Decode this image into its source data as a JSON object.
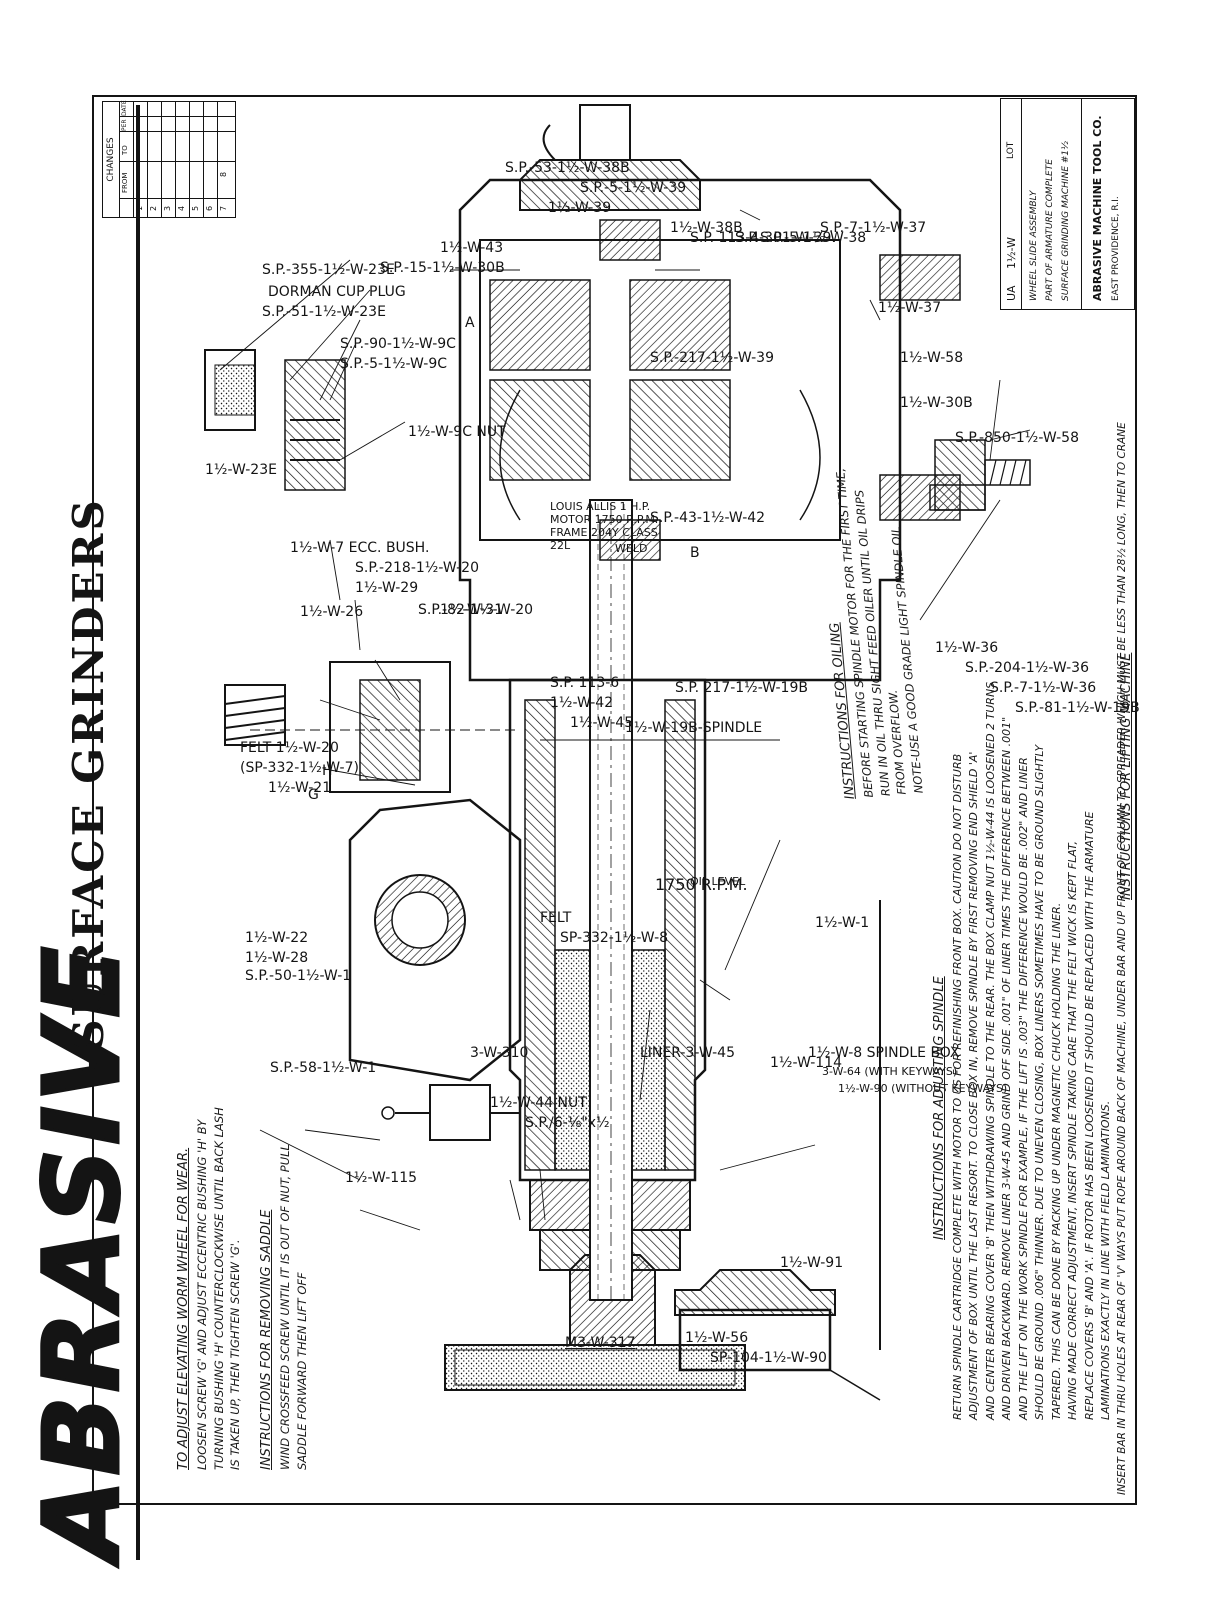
{
  "title": {
    "main": "ABRASIVE",
    "sub": "-SURFACE GRINDERS"
  },
  "changes_table": {
    "header": "CHANGES",
    "columns": [
      "FROM",
      "TO",
      "PER",
      "DATE"
    ],
    "rows": [
      "1",
      "2",
      "3",
      "4",
      "5",
      "6",
      "7",
      "8"
    ]
  },
  "title_block": {
    "order_code": "UA",
    "drawing_no": "1½-W",
    "lot": "LOT",
    "title_lines": [
      "WHEEL SLIDE ASSEMBLY",
      "PART OF ARMATURE COMPLETE",
      "SURFACE GRINDING MACHINE #1½"
    ],
    "company": "ABRASIVE MACHINE TOOL CO.",
    "city": "EAST PROVIDENCE, R.I."
  },
  "part_labels": {
    "sp355": "S.P.-355-1½-W-23E",
    "dorman": "DORMAN CUP PLUG",
    "sp51": "S.P.-51-1½-W-23E",
    "sp90": "S.P.-90-1½-W-9C",
    "sp5_9c": "S.P.-5-1½-W-9C",
    "w9c_nut": "1½-W-9C NUT",
    "w23e": "1½-W-23E",
    "ecc_bush": "1½-W-7 ECC. BUSH.",
    "sp218": "S.P.-218-1½-W-20",
    "w29": "1½-W-29",
    "w26": "1½-W-26",
    "sp82": "S.P.-82-1½-W-20",
    "w31": "1½-W-31",
    "felt_top": "FELT 1½-W-20",
    "felt_sp332": "(SP-332-1½-W-7)",
    "w21": "1½-W-21",
    "w22": "1½-W-22",
    "w28": "1½-W-28",
    "sp50": "S.P.-50-1½-W-1",
    "sp58": "S.P.-58-1½-W-1",
    "w115": "1½-W-115",
    "w310": "3-W-310",
    "w44nut": "1½-W-44 NUT",
    "sp16": "S.P./6-⅛\"x½",
    "sp15": "S.P.-15-1½-W-30B",
    "w43": "1½-W-43",
    "sp53": "S.P.-53-1½-W-38B",
    "w39": "1½-W-39",
    "sp5_39": "S.P.-5-1½-W-39",
    "w38b": "1½-W-38B",
    "sp113_4": "S.P. 113-4",
    "sp301": "S.P.-301-W-39",
    "sp5_38": "S.P.-5-1½-W-38",
    "sp7_37": "S.P.-7-1½-W-37",
    "w37": "1½-W-37",
    "w58": "1½-W-58",
    "w30b": "1½-W-30B",
    "sp850": "S.P.-850-1½-W-58",
    "sp217_39": "S.P.-217-1½-W-39",
    "sp43": "S.P.-43-1½-W-42",
    "w36": "1½-W-36",
    "sp204": "S.P.-204-1½-W-36",
    "sp7_36": "S.P.-7-1½-W-36",
    "sp81": "S.P.-81-1½-W-19B",
    "sp113_6": "S.P. 113-6",
    "w42": "1½-W-42",
    "w45": "1½-W-45",
    "sp217_19b": "S.P. 217-1½-W-19B",
    "spindle": "1½-W-19B-SPINDLE",
    "rpm": "1750 R.P.M.",
    "oil_level": "OIL LEVEL",
    "felt_bottom": "FELT",
    "felt_sp332_8": "SP-332-1½-W-8",
    "w1": "1½-W-1",
    "spindle_box": "1½-W-8 SPINDLE BOX",
    "w64": "3-W-64 (WITH KEYWAYS)",
    "w90_no_key": "1½-W-90 (WITHOUT KEYWAYS)",
    "liner": "LINER-3-W-45",
    "w114": "1½-W-114",
    "w91": "1½-W-91",
    "w56": "1½-W-56",
    "sp104": "SP-104-1½-W-90",
    "m3": "M3-W-317",
    "motor_plate": "LOUIS ALLIS 1 H.P. MOTOR 1750 R.P.M. FRAME 204Y CLASS 22L",
    "weld": "WELD",
    "mark_a": "A",
    "mark_b": "B",
    "mark_g": "G",
    "mark_h": "H"
  },
  "instructions": {
    "worm_title": "TO ADJUST ELEVATING WORM WHEEL FOR WEAR.",
    "worm_text": [
      "LOOSEN SCREW 'G' AND ADJUST ECCENTRIC BUSHING 'H' BY",
      "TURNING BUSHING 'H' COUNTERCLOCKWISE UNTIL BACK LASH",
      "IS TAKEN UP, THEN TIGHTEN SCREW 'G'."
    ],
    "saddle_title": "INSTRUCTIONS FOR REMOVING SADDLE",
    "saddle_text": [
      "WIND CROSSFEED SCREW UNTIL IT IS OUT OF NUT, PULL",
      "SADDLE FORWARD THEN LIFT OFF"
    ],
    "oiling_title": "INSTRUCTIONS FOR OILING",
    "oiling_text": [
      "BEFORE STARTING SPINDLE MOTOR FOR THE FIRST TIME,",
      "RUN IN OIL THRU SIGHT FEED OILER UNTIL OIL DRIPS",
      "FROM OVERFLOW.",
      "NOTE-USE A GOOD GRADE LIGHT SPINDLE OIL"
    ],
    "spindle_title": "INSTRUCTIONS FOR ADJUSTING SPINDLE",
    "spindle_text": [
      "RETURN SPINDLE CARTRIDGE COMPLETE WITH MOTOR TO US FOR REFINISHING FRONT BOX. CAUTION DO NOT DISTURB",
      "ADJUSTMENT OF BOX UNTIL THE LAST RESORT. TO CLOSE BOX IN, REMOVE SPINDLE BY FIRST REMOVING END SHIELD 'A'",
      "AND CENTER BEARING COVER 'B' THEN WITHDRAWING SPINDLE TO THE REAR. THE BOX CLAMP NUT 1½-W-44 IS LOOSENED 2 TURNS",
      "AND DRIVEN BACKWARD. REMOVE LINER 3-W-45 AND GRIND OFF SIDE .001\" OF LINER TIMES THE DIFFERENCE BETWEEN .001\"",
      "AND THE LIFT ON THE WORK SPINDLE FOR EXAMPLE, IF THE LIFT IS .003\" THE DIFFERENCE WOULD BE .002\" AND LINER",
      "SHOULD BE GROUND .006\" THINNER. DUE TO UNEVEN CLOSING, BOX LINERS SOMETIMES HAVE TO BE GROUND SLIGHTLY",
      "TAPERED. THIS CAN BE DONE BY PACKING UP UNDER MAGNETIC CHUCK HOLDING THE LINER.",
      "HAVING MADE CORRECT ADJUSTMENT, INSERT SPINDLE TAKING CARE THAT THE FELT WICK IS KEPT FLAT,",
      "REPLACE COVERS 'B' AND 'A'. IF ROTOR HAS BEEN LOOSENED IT SHOULD BE REPLACED WITH THE ARMATURE",
      "LAMINATIONS EXACTLY IN LINE WITH FIELD LAMINATIONS."
    ],
    "lifting_title": "INSTRUCTIONS FOR LIFTING MACHINE",
    "lifting_text": "INSERT BAR IN THRU HOLES AT REAR OF 'V' WAYS PUT ROPE AROUND BACK OF MACHINE, UNDER BAR AND UP FRONT OF COLUMN TO SPREADER WHICH MUST BE LESS THAN 28½ LONG, THEN TO CRANE"
  }
}
